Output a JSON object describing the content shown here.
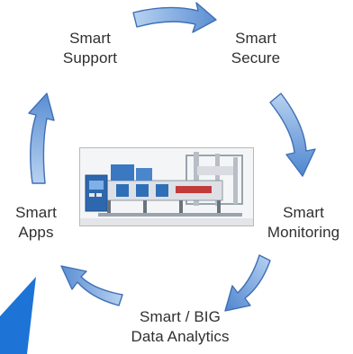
{
  "nodes": {
    "support": {
      "line1": "Smart",
      "line2": "Support"
    },
    "secure": {
      "line1": "Smart",
      "line2": "Secure"
    },
    "monitoring": {
      "line1": "Smart",
      "line2": "Monitoring"
    },
    "analytics": {
      "line1": "Smart / BIG",
      "line2": "Data Analytics"
    },
    "apps": {
      "line1": "Smart",
      "line2": "Apps"
    }
  },
  "colors": {
    "arrow_light": "#a9c7ec",
    "arrow_dark": "#4a7fc7",
    "arrow_edge": "#3f6fb5",
    "corner_shape": "#1e73d6",
    "text": "#303030"
  },
  "center_image": "packaging-machine-photo"
}
